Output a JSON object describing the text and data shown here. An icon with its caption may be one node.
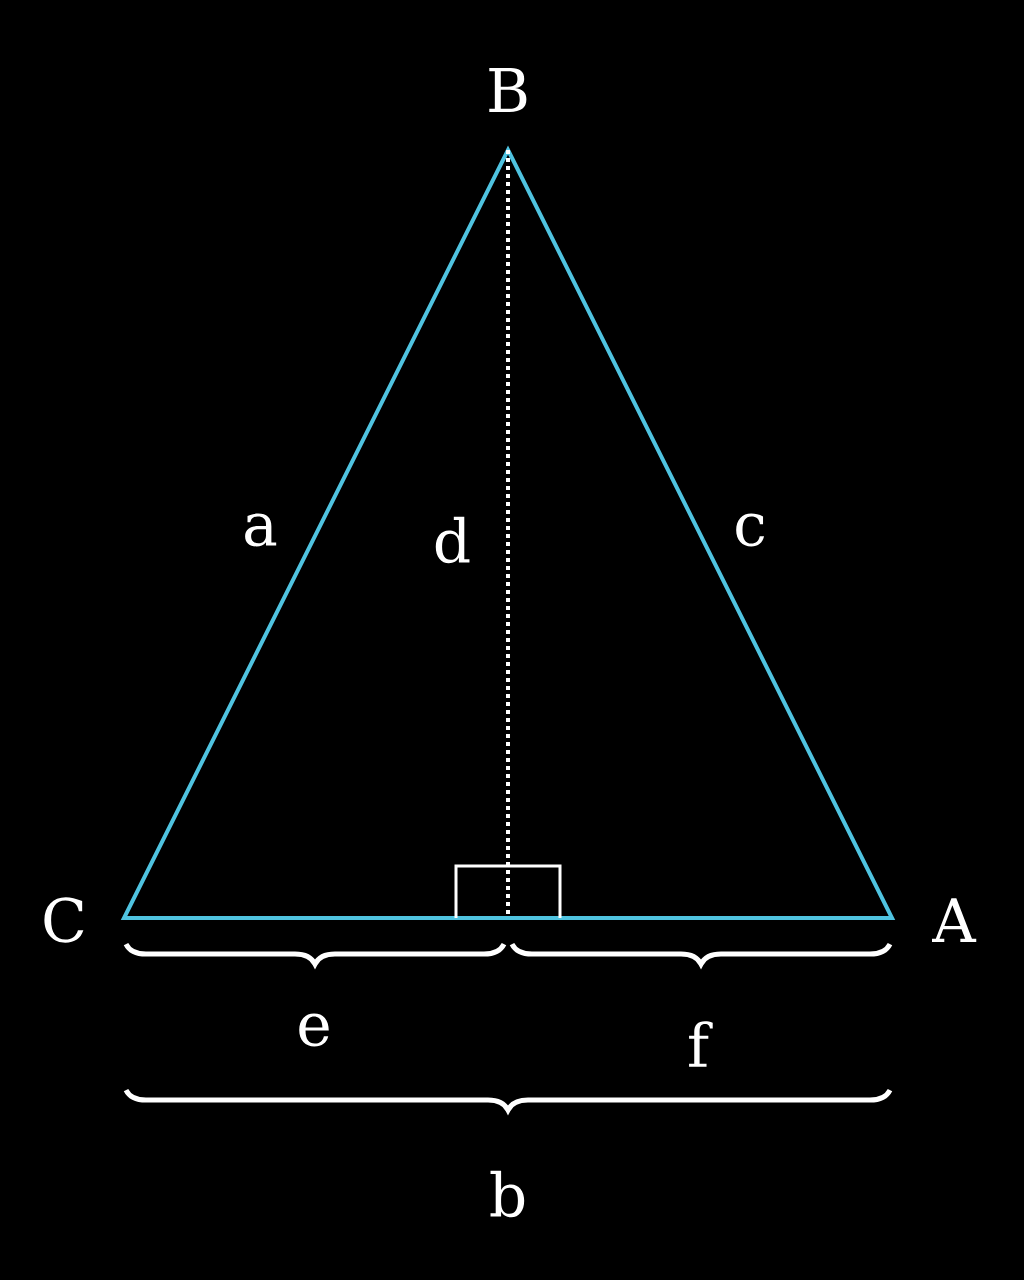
{
  "diagram": {
    "labels": [
      "B",
      "a",
      "d",
      "c",
      "C",
      "A",
      "e",
      "f",
      "b"
    ]
  }
}
